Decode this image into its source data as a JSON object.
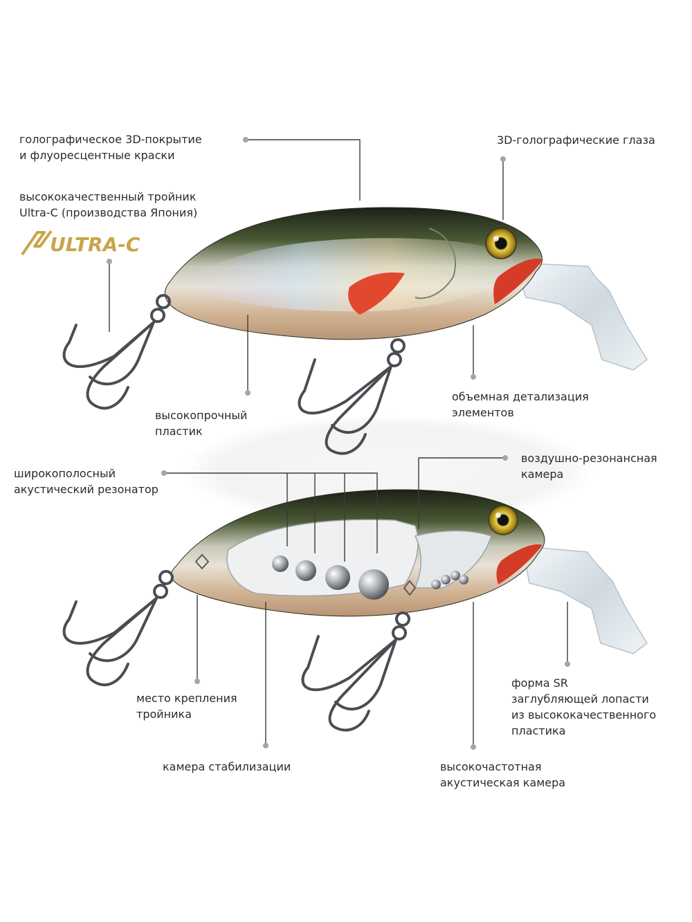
{
  "brand_logo_text": "ULTRA-C",
  "colors": {
    "leader_line": "#3a3a3a",
    "leader_dot": "#a5a5a5",
    "logo_gold": "#c9a44a",
    "lure_back": "#1f2418",
    "lure_belly": "#c8a988",
    "gill_red": "#d8402a",
    "lip": "#dfe7ec"
  },
  "top_lure": {
    "labels": {
      "holographic_coating": [
        "голографическое 3D-покрытие",
        "и флуоресцентные краски"
      ],
      "treble_hook": [
        "высококачественный тройник",
        "Ultra-C (производства Япония)"
      ],
      "eyes": [
        "3D-голографические глаза"
      ],
      "plastic": [
        "высокопрочный",
        "пластик"
      ],
      "detailing": [
        "объемная детализация",
        "элементов"
      ]
    }
  },
  "bottom_lure": {
    "labels": {
      "broadband_resonator": [
        "широкополосный",
        "акустический резонатор"
      ],
      "air_chamber": [
        "воздушно-резонансная",
        "камера"
      ],
      "hook_mount": [
        "место крепления",
        "тройника"
      ],
      "stabilization_chamber": [
        "камера стабилизации"
      ],
      "lip_shape": [
        "форма SR",
        "заглубляющей лопасти",
        "из высококачественного",
        "пластика"
      ],
      "hf_chamber": [
        "высокочастотная",
        "акустическая камера"
      ]
    }
  }
}
